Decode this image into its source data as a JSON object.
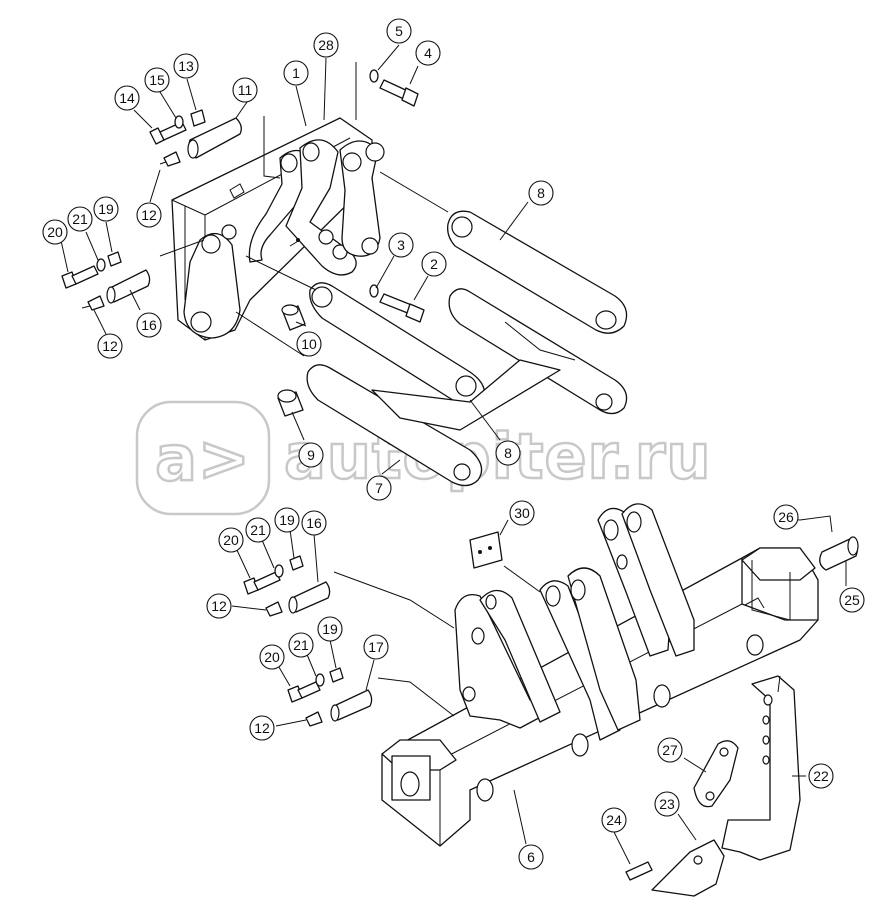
{
  "watermark": {
    "logo_text": "a>",
    "site": "autopiter.ru"
  },
  "callouts": [
    {
      "id": "c1",
      "label": "1"
    },
    {
      "id": "c28",
      "label": "28"
    },
    {
      "id": "c5",
      "label": "5"
    },
    {
      "id": "c4",
      "label": "4"
    },
    {
      "id": "c13",
      "label": "13"
    },
    {
      "id": "c15",
      "label": "15"
    },
    {
      "id": "c14",
      "label": "14"
    },
    {
      "id": "c11",
      "label": "11"
    },
    {
      "id": "c12a",
      "label": "12"
    },
    {
      "id": "c8a",
      "label": "8"
    },
    {
      "id": "c19a",
      "label": "19"
    },
    {
      "id": "c21a",
      "label": "21"
    },
    {
      "id": "c20a",
      "label": "20"
    },
    {
      "id": "c3",
      "label": "3"
    },
    {
      "id": "c2",
      "label": "2"
    },
    {
      "id": "c16a",
      "label": "16"
    },
    {
      "id": "c12b",
      "label": "12"
    },
    {
      "id": "c10",
      "label": "10"
    },
    {
      "id": "c9",
      "label": "9"
    },
    {
      "id": "c8b",
      "label": "8"
    },
    {
      "id": "c7",
      "label": "7"
    },
    {
      "id": "c30",
      "label": "30"
    },
    {
      "id": "c26",
      "label": "26"
    },
    {
      "id": "c25",
      "label": "25"
    },
    {
      "id": "c20b",
      "label": "20"
    },
    {
      "id": "c21b",
      "label": "21"
    },
    {
      "id": "c19b",
      "label": "19"
    },
    {
      "id": "c16b",
      "label": "16"
    },
    {
      "id": "c12c",
      "label": "12"
    },
    {
      "id": "c20c",
      "label": "20"
    },
    {
      "id": "c21c",
      "label": "21"
    },
    {
      "id": "c19c",
      "label": "19"
    },
    {
      "id": "c17",
      "label": "17"
    },
    {
      "id": "c12d",
      "label": "12"
    },
    {
      "id": "c27",
      "label": "27"
    },
    {
      "id": "c22",
      "label": "22"
    },
    {
      "id": "c23",
      "label": "23"
    },
    {
      "id": "c24",
      "label": "24"
    },
    {
      "id": "c6",
      "label": "6"
    }
  ]
}
